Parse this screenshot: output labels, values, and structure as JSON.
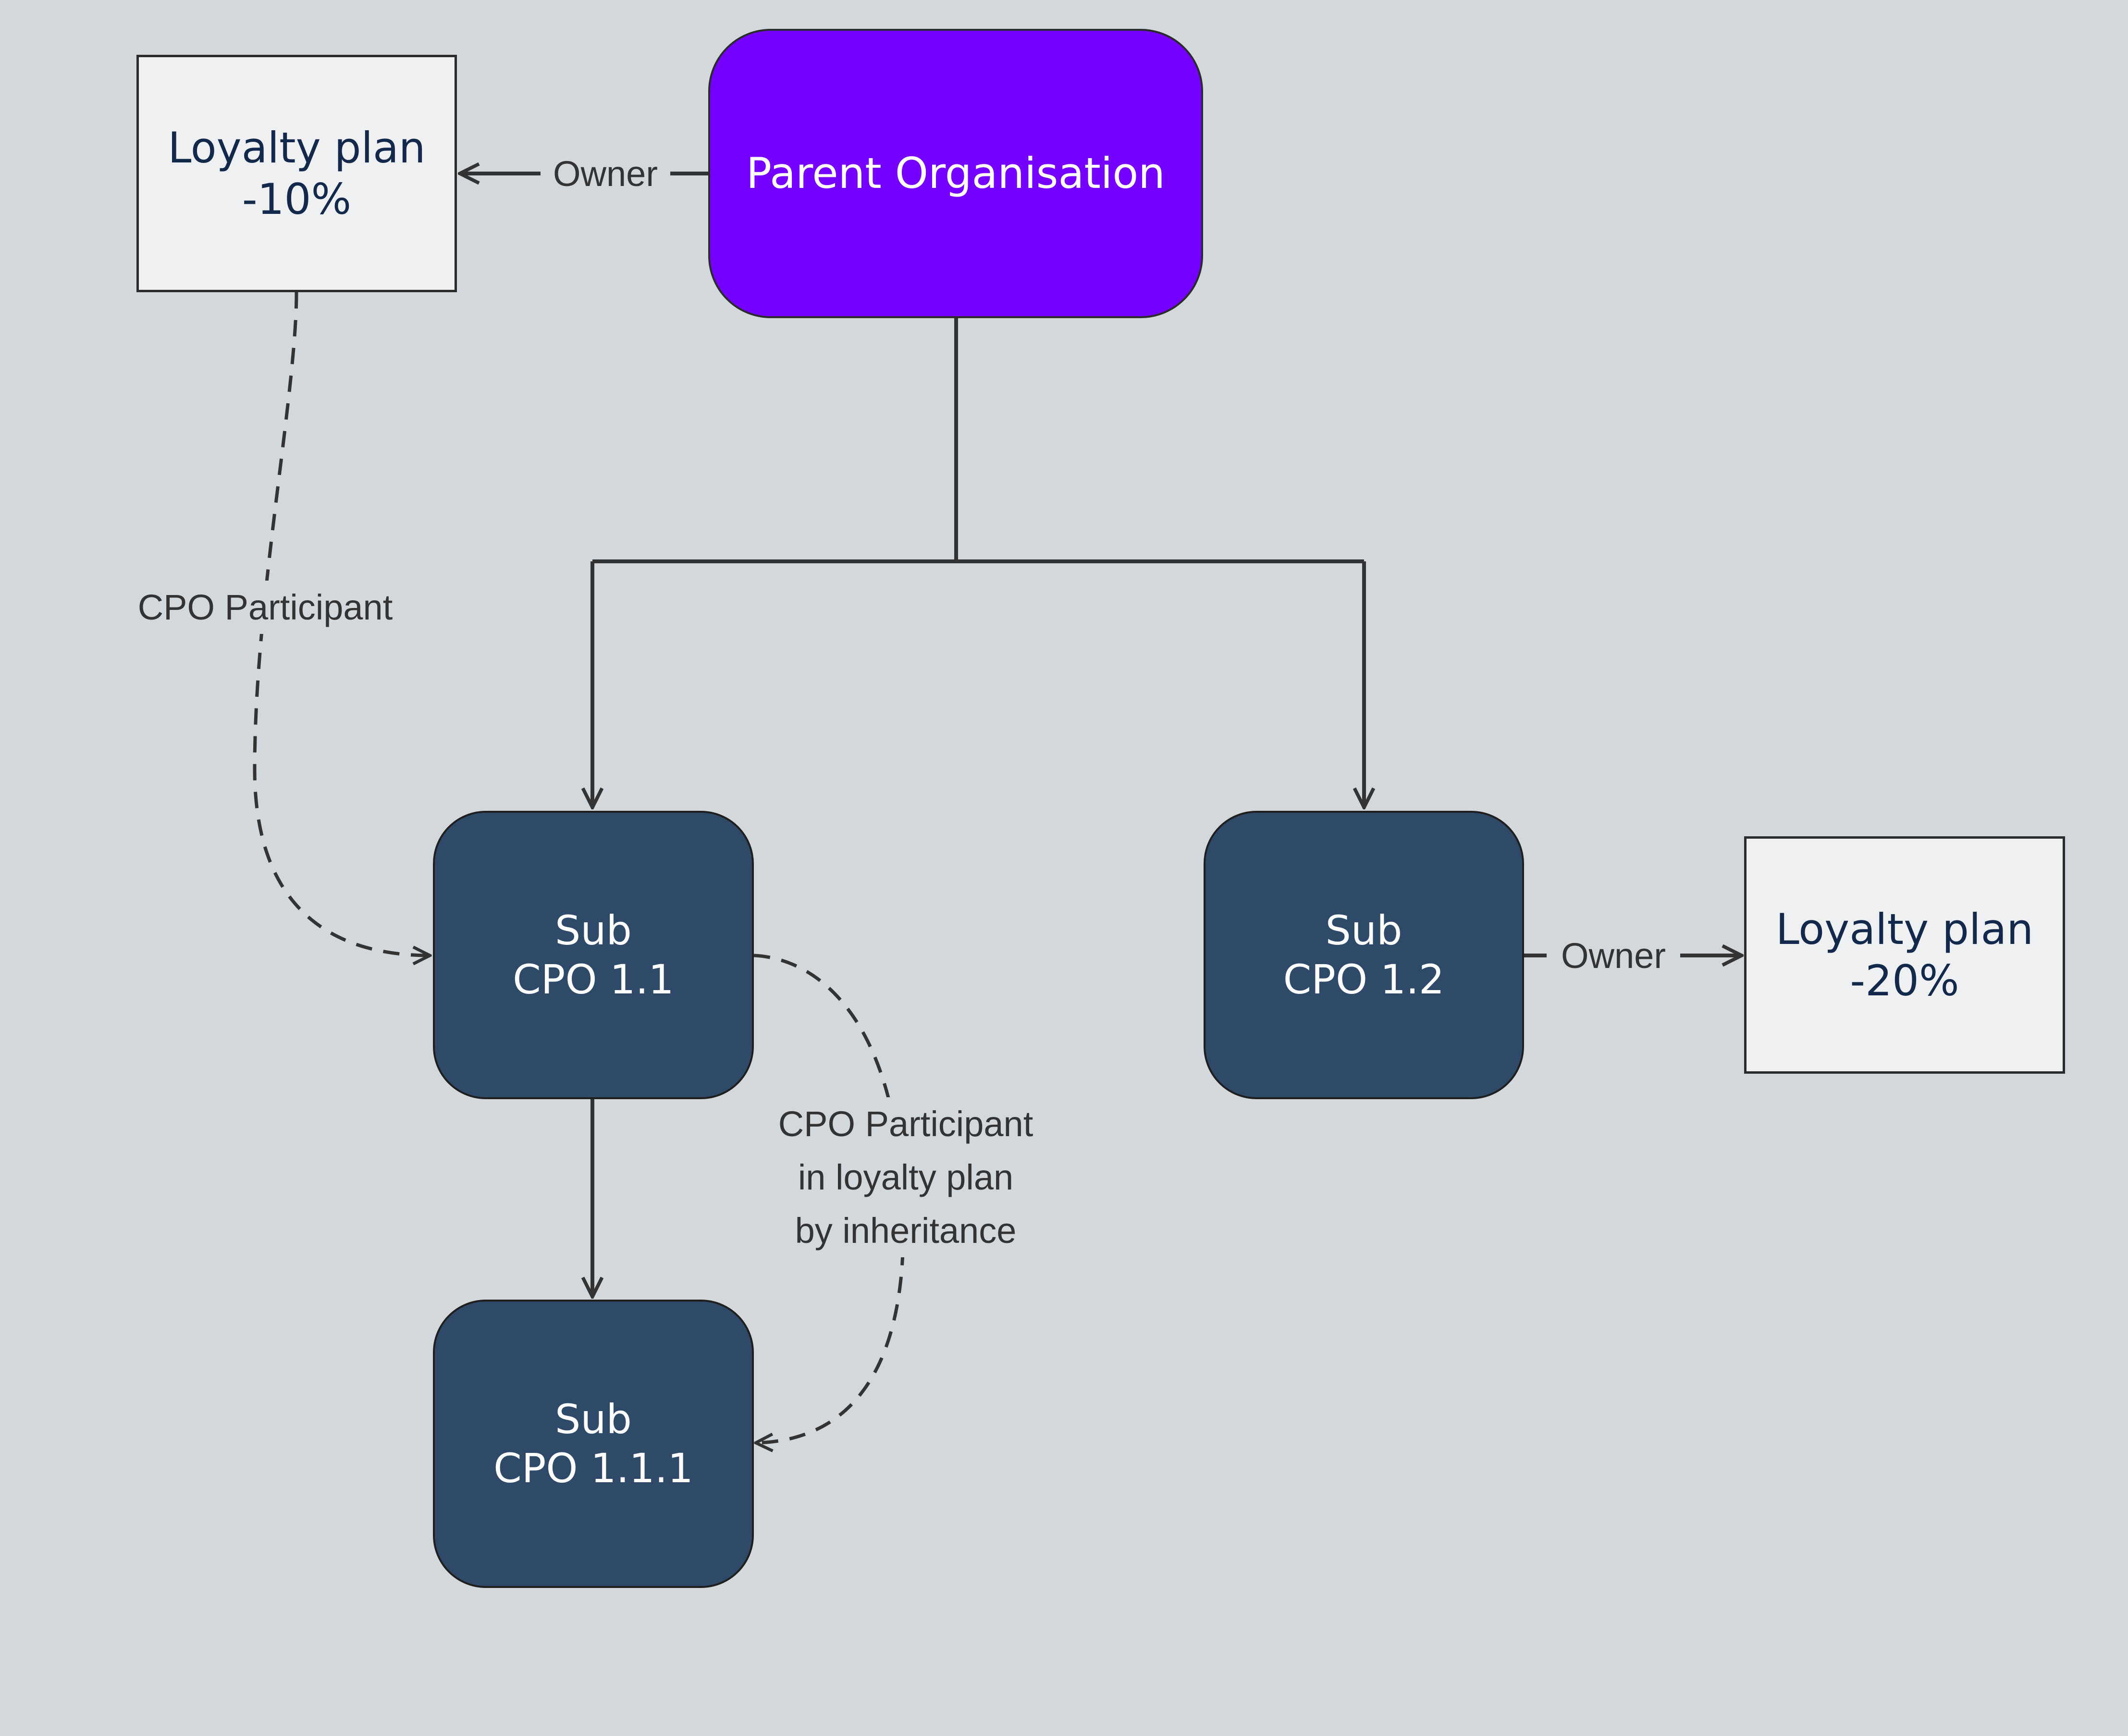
{
  "nodes": {
    "parent": {
      "label": "Parent Organisation"
    },
    "plan_a": {
      "line1": "Loyalty plan",
      "line2": "-10%"
    },
    "plan_b": {
      "line1": "Loyalty plan",
      "line2": "-20%"
    },
    "sub_1_1": {
      "line1": "Sub",
      "line2": "CPO 1.1"
    },
    "sub_1_2": {
      "line1": "Sub",
      "line2": "CPO 1.2"
    },
    "sub_1_1_1": {
      "line1": "Sub",
      "line2": "CPO 1.1.1"
    }
  },
  "edges": {
    "owner_parent": "Owner",
    "owner_sub": "Owner",
    "participant": "CPO Participant",
    "inheritance": [
      "CPO Participant",
      "in loyalty plan",
      "by inheritance"
    ]
  },
  "colors": {
    "background": "#d3d8dd",
    "parent_fill": "#7500ff",
    "sub_fill": "#2e4a68",
    "plan_fill": "#eff0f2",
    "plan_text": "#13294b",
    "line": "#333333"
  }
}
